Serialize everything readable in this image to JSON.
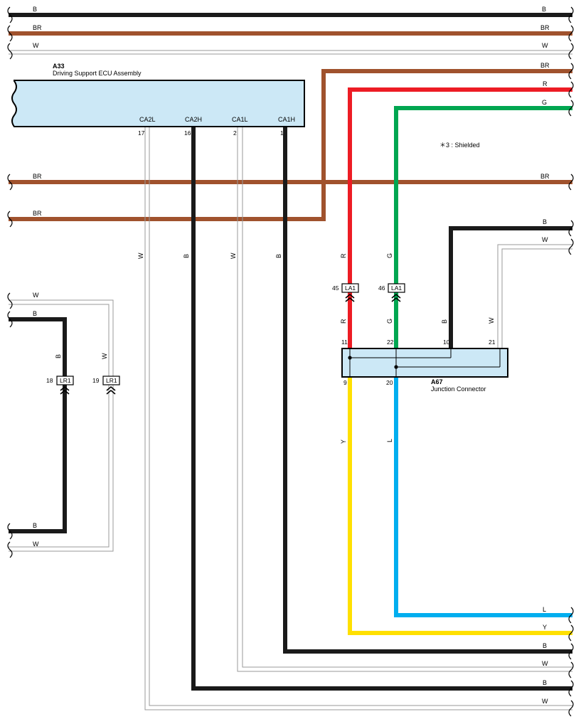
{
  "colors": {
    "B": "#1a1a1a",
    "BR": "#a0522d",
    "R": "#ed1c24",
    "G": "#00a651",
    "Y": "#ffe000",
    "L": "#00aeef",
    "W_outline": "#999999",
    "component_fill": "#cce8f6"
  },
  "components": {
    "a33": {
      "code": "A33",
      "name": "Driving Support ECU Assembly"
    },
    "a67": {
      "code": "A67",
      "name": "Junction Connector"
    }
  },
  "a33_pins": [
    {
      "name": "CA2L",
      "number": "17"
    },
    {
      "name": "CA2H",
      "number": "16"
    },
    {
      "name": "CA1L",
      "number": "2"
    },
    {
      "name": "CA1H",
      "number": "1"
    }
  ],
  "a67_pins": {
    "top": [
      "11",
      "22",
      "10",
      "21"
    ],
    "bottom": [
      "9",
      "20"
    ]
  },
  "connectors": {
    "la1_r": {
      "name": "LA1",
      "pin": "45"
    },
    "la1_g": {
      "name": "LA1",
      "pin": "46"
    },
    "lr1_b": {
      "name": "LR1",
      "pin": "18"
    },
    "lr1_w": {
      "name": "LR1",
      "pin": "19"
    }
  },
  "note": "＊3 : Shielded",
  "wire_labels": {
    "top_b": "B",
    "top_br": "BR",
    "top_w": "W",
    "br_right": "BR",
    "r_right": "R",
    "g_right": "G",
    "br_mid": "BR",
    "br_lower": "BR",
    "b_right_upper": "B",
    "w_right_upper": "W",
    "w_left": "W",
    "b_left": "B",
    "b_left_bottom": "B",
    "w_left_bottom": "W",
    "l_right": "L",
    "y_right": "Y",
    "b_right_1": "B",
    "w_right_1": "W",
    "b_right_2": "B",
    "w_right_2": "W",
    "v_w_ca2l": "W",
    "v_b_ca2h": "B",
    "v_w_ca1l": "W",
    "v_b_ca1h": "B",
    "v_r_upper": "R",
    "v_g_upper": "G",
    "v_r_lower": "R",
    "v_g_lower": "G",
    "v_b_a67": "B",
    "v_w_a67": "W",
    "v_y": "Y",
    "v_l": "L",
    "v_b_lr1": "B",
    "v_w_lr1": "W"
  }
}
